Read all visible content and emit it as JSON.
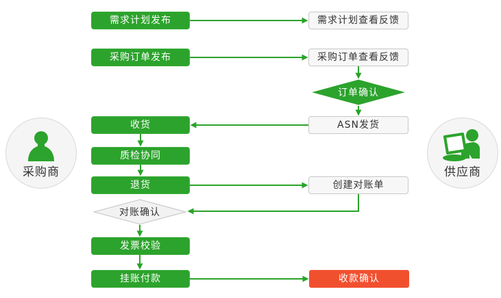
{
  "diagram": {
    "actors": {
      "buyer": {
        "label": "采购商"
      },
      "supplier": {
        "label": "供应商"
      }
    },
    "nodes": {
      "demand_publish": "需求计划发布",
      "demand_feedback": "需求计划查看反馈",
      "po_publish": "采购订单发布",
      "po_feedback": "采购订单查看反馈",
      "order_confirm": "订单确认",
      "receive": "收货",
      "asn_ship": "ASN发货",
      "quality_collab": "质检协同",
      "return_goods": "退货",
      "create_statement": "创建对账单",
      "statement_confirm": "对账确认",
      "invoice_verify": "发票校验",
      "book_payment": "挂账付款",
      "receipt_confirm": "收款确认"
    },
    "colors": {
      "node_green": "#2ca32c",
      "line_green": "#29a329",
      "alert_red": "#f1502f",
      "panel_bg": "#f7f7f7",
      "panel_border": "#c8c8c8",
      "text_dark": "#333333",
      "text_light": "#ffffff"
    },
    "edges": [
      {
        "from": "需求计划发布",
        "to": "需求计划查看反馈"
      },
      {
        "from": "采购订单发布",
        "to": "采购订单查看反馈"
      },
      {
        "from": "采购订单查看反馈",
        "to": "订单确认"
      },
      {
        "from": "订单确认",
        "to": "ASN发货"
      },
      {
        "from": "ASN发货",
        "to": "收货"
      },
      {
        "from": "收货",
        "to": "质检协同"
      },
      {
        "from": "质检协同",
        "to": "退货"
      },
      {
        "from": "退货",
        "to": "创建对账单"
      },
      {
        "from": "创建对账单",
        "to": "对账确认"
      },
      {
        "from": "对账确认",
        "to": "发票校验"
      },
      {
        "from": "发票校验",
        "to": "挂账付款"
      },
      {
        "from": "挂账付款",
        "to": "收款确认"
      }
    ]
  }
}
